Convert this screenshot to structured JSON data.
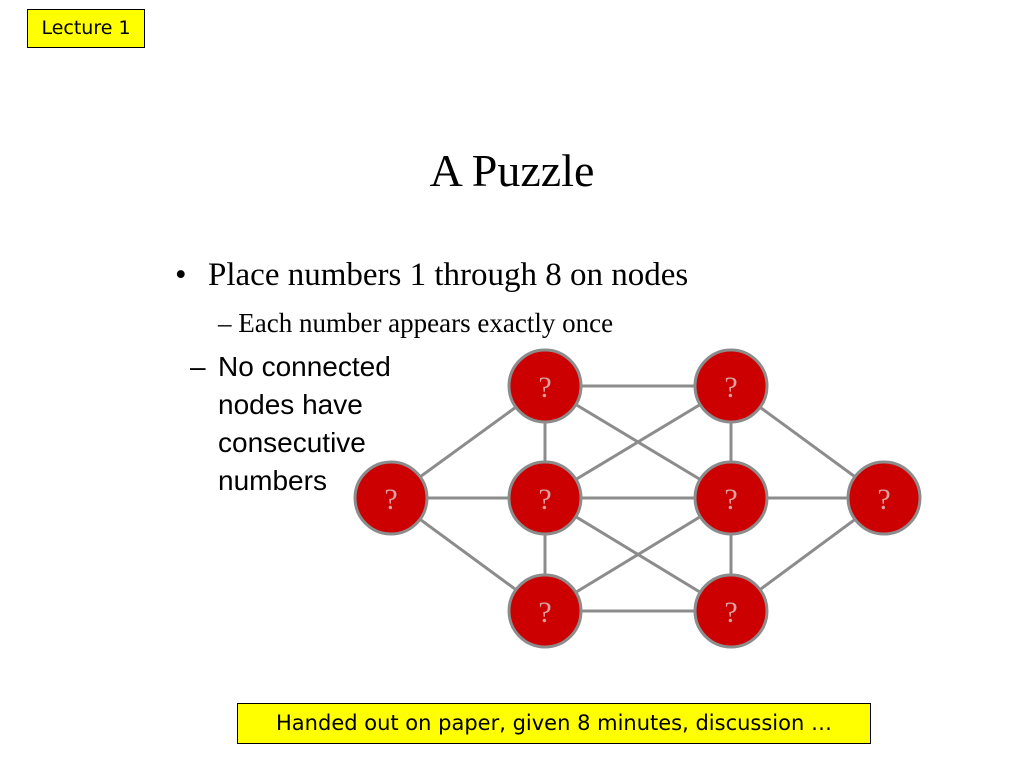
{
  "lecture_tag": "Lecture 1",
  "slide": {
    "title": "A Puzzle",
    "bullets": {
      "main_marker": "•",
      "main": "Place numbers 1 through 8 on nodes",
      "sub1": "– Each number appears exactly once",
      "sub2_dash": "–",
      "sub2": "No connected nodes have consecutive numbers"
    }
  },
  "graph": {
    "node_fill": "#cc0000",
    "node_stroke": "#8c8c8c",
    "node_label_color": "#d9a3a3",
    "edge_color": "#8c8c8c",
    "nodes": [
      {
        "id": "left",
        "label": "?"
      },
      {
        "id": "c1-top",
        "label": "?"
      },
      {
        "id": "c1-mid",
        "label": "?"
      },
      {
        "id": "c1-bot",
        "label": "?"
      },
      {
        "id": "c2-top",
        "label": "?"
      },
      {
        "id": "c2-mid",
        "label": "?"
      },
      {
        "id": "c2-bot",
        "label": "?"
      },
      {
        "id": "right",
        "label": "?"
      }
    ],
    "edges": [
      [
        "left",
        "c1-top"
      ],
      [
        "left",
        "c1-mid"
      ],
      [
        "left",
        "c1-bot"
      ],
      [
        "c1-top",
        "c1-mid"
      ],
      [
        "c1-mid",
        "c1-bot"
      ],
      [
        "c2-top",
        "c2-mid"
      ],
      [
        "c2-mid",
        "c2-bot"
      ],
      [
        "c1-top",
        "c2-top"
      ],
      [
        "c1-top",
        "c2-mid"
      ],
      [
        "c1-mid",
        "c2-top"
      ],
      [
        "c1-mid",
        "c2-mid"
      ],
      [
        "c1-mid",
        "c2-bot"
      ],
      [
        "c1-bot",
        "c2-mid"
      ],
      [
        "c1-bot",
        "c2-bot"
      ],
      [
        "c2-top",
        "right"
      ],
      [
        "c2-mid",
        "right"
      ],
      [
        "c2-bot",
        "right"
      ]
    ]
  },
  "note": "Handed out on paper, given 8 minutes, discussion …"
}
